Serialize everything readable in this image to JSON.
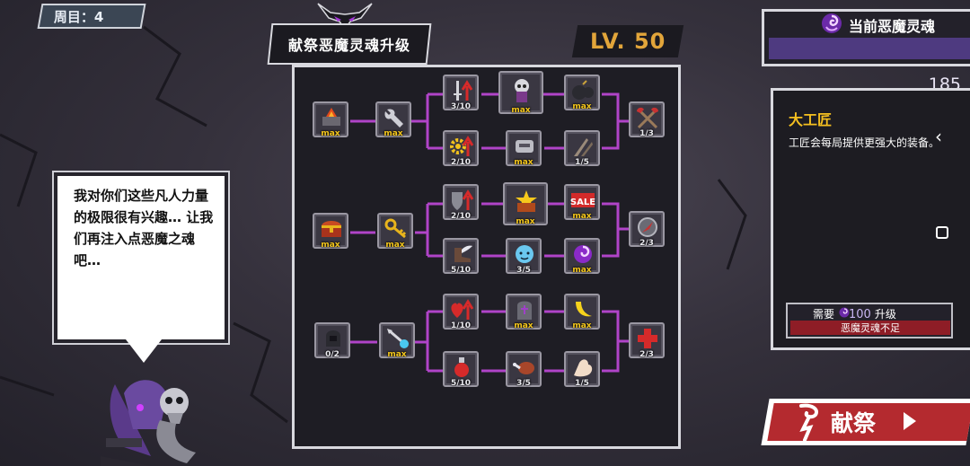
{
  "round": {
    "label": "周目：4"
  },
  "title": "献祭恶魔灵魂升级",
  "level": "LV. 50",
  "soul": {
    "label": "当前恶魔灵魂",
    "value": "185"
  },
  "speech": "我对你们这些凡人力量的极限很有兴趣… 让我们再注入点恶魔之魂吧…",
  "detail": {
    "title": "大工匠",
    "description": "工匠会每局提供更强大的装备。",
    "upgrade_prefix": "需要",
    "upgrade_cost": "100",
    "upgrade_suffix": "升级",
    "warning": "恶魔灵魂不足"
  },
  "sacrifice_button": "献祭",
  "tree": {
    "row1": {
      "start": {
        "icon": "forge-icon",
        "label": "max"
      },
      "link": {
        "icon": "wrench-icon",
        "label": "max"
      },
      "top": [
        {
          "icon": "sword-upgrade-icon",
          "label": "3/10"
        },
        {
          "icon": "skull-knight-icon",
          "label": "max"
        },
        {
          "icon": "bomb-icon",
          "label": "max"
        }
      ],
      "bottom": [
        {
          "icon": "gear-upgrade-icon",
          "label": "2/10"
        },
        {
          "icon": "armor-piece-icon",
          "label": "max"
        },
        {
          "icon": "claw-icon",
          "label": "1/5"
        }
      ],
      "end": {
        "icon": "crossed-axes-icon",
        "label": "1/3"
      }
    },
    "row2": {
      "start": {
        "icon": "treasure-chest-icon",
        "label": "max"
      },
      "link": {
        "icon": "key-icon",
        "label": "max"
      },
      "top": [
        {
          "icon": "shield-upgrade-icon",
          "label": "2/10"
        },
        {
          "icon": "gold-chest-icon",
          "label": "max"
        },
        {
          "icon": "sale-tag-icon",
          "label": "max"
        }
      ],
      "bottom": [
        {
          "icon": "winged-boot-icon",
          "label": "5/10"
        },
        {
          "icon": "ghost-icon",
          "label": "3/5"
        },
        {
          "icon": "demon-soul-icon",
          "label": "max"
        }
      ],
      "end": {
        "icon": "compass-icon",
        "label": "2/3"
      }
    },
    "row3": {
      "start": {
        "icon": "hood-icon",
        "label": "0/2"
      },
      "link": {
        "icon": "staff-icon",
        "label": "max"
      },
      "top": [
        {
          "icon": "heart-upgrade-icon",
          "label": "1/10"
        },
        {
          "icon": "tombstone-icon",
          "label": "max"
        },
        {
          "icon": "banana-icon",
          "label": "max"
        }
      ],
      "bottom": [
        {
          "icon": "potion-icon",
          "label": "5/10"
        },
        {
          "icon": "meat-icon",
          "label": "3/5"
        },
        {
          "icon": "muscle-icon",
          "label": "1/5"
        }
      ],
      "end": {
        "icon": "red-cross-icon",
        "label": "2/3"
      }
    }
  }
}
